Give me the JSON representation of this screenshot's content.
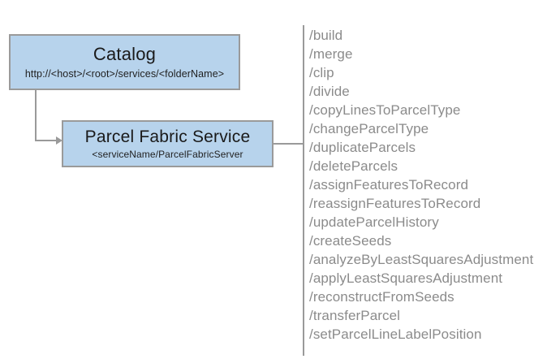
{
  "diagram": {
    "nodes": {
      "catalog": {
        "title": "Catalog",
        "subtitle": "http://<host>/<root>/services/<folderName>"
      },
      "parcel_fabric_service": {
        "title": "Parcel Fabric Service",
        "subtitle": "<serviceName/ParcelFabricServer"
      }
    },
    "operations": [
      "/build",
      "/merge",
      "/clip",
      "/divide",
      "/copyLinesToParcelType",
      "/changeParcelType",
      "/duplicateParcels",
      "/deleteParcels",
      "/assignFeaturesToRecord",
      "/reassignFeaturesToRecord",
      "/updateParcelHistory",
      "/createSeeds",
      "/analyzeByLeastSquaresAdjustment",
      "/applyLeastSquaresAdjustment",
      "/reconstructFromSeeds",
      "/transferParcel",
      "/setParcelLineLabelPosition"
    ],
    "colors": {
      "node_fill": "#b7d3ec",
      "node_border": "#9a9a9a",
      "connector": "#9a9a9a",
      "operation_text": "#8b8b8b",
      "node_text": "#1a1a1a",
      "background": "#ffffff"
    }
  }
}
